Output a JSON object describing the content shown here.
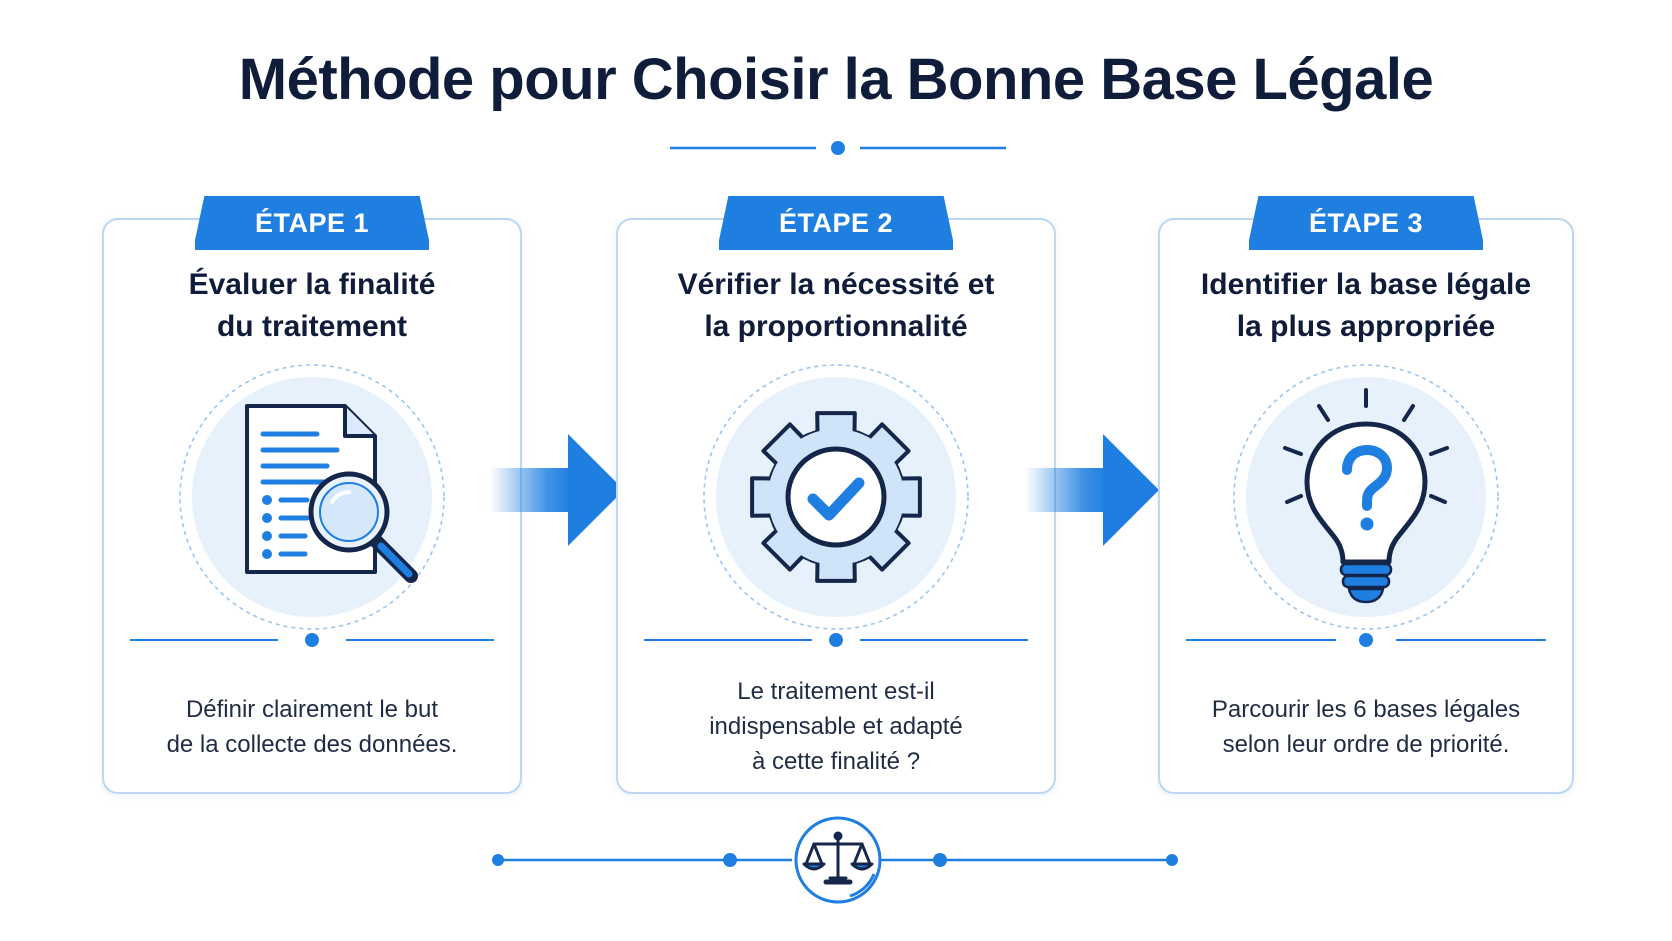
{
  "title": "Méthode pour Choisir la Bonne Base Légale",
  "steps": [
    {
      "tab": "ÉTAPE 1",
      "title_lines": [
        "Évaluer la finalité",
        "du traitement"
      ],
      "icon": "document-magnifier-icon",
      "desc_lines": [
        "Définir clairement le but",
        "de la collecte des données."
      ]
    },
    {
      "tab": "ÉTAPE 2",
      "title_lines": [
        "Vérifier la nécessité et",
        "la proportionnalité"
      ],
      "icon": "gear-check-icon",
      "desc_lines": [
        "Le traitement est-il",
        "indispensable et adapté",
        "à cette finalité ?"
      ]
    },
    {
      "tab": "ÉTAPE 3",
      "title_lines": [
        "Identifier la base légale",
        "la plus appropriée"
      ],
      "icon": "lightbulb-question-icon",
      "desc_lines": [
        "Parcourir les 6 bases légales",
        "selon leur ordre de priorité."
      ]
    }
  ],
  "footer_icon": "scales-of-justice-icon",
  "colors": {
    "accent": "#1f7fe0",
    "dark_text": "#0f1d3a",
    "card_border": "#bcd6f3",
    "icon_bg": "#e6f1fc"
  }
}
